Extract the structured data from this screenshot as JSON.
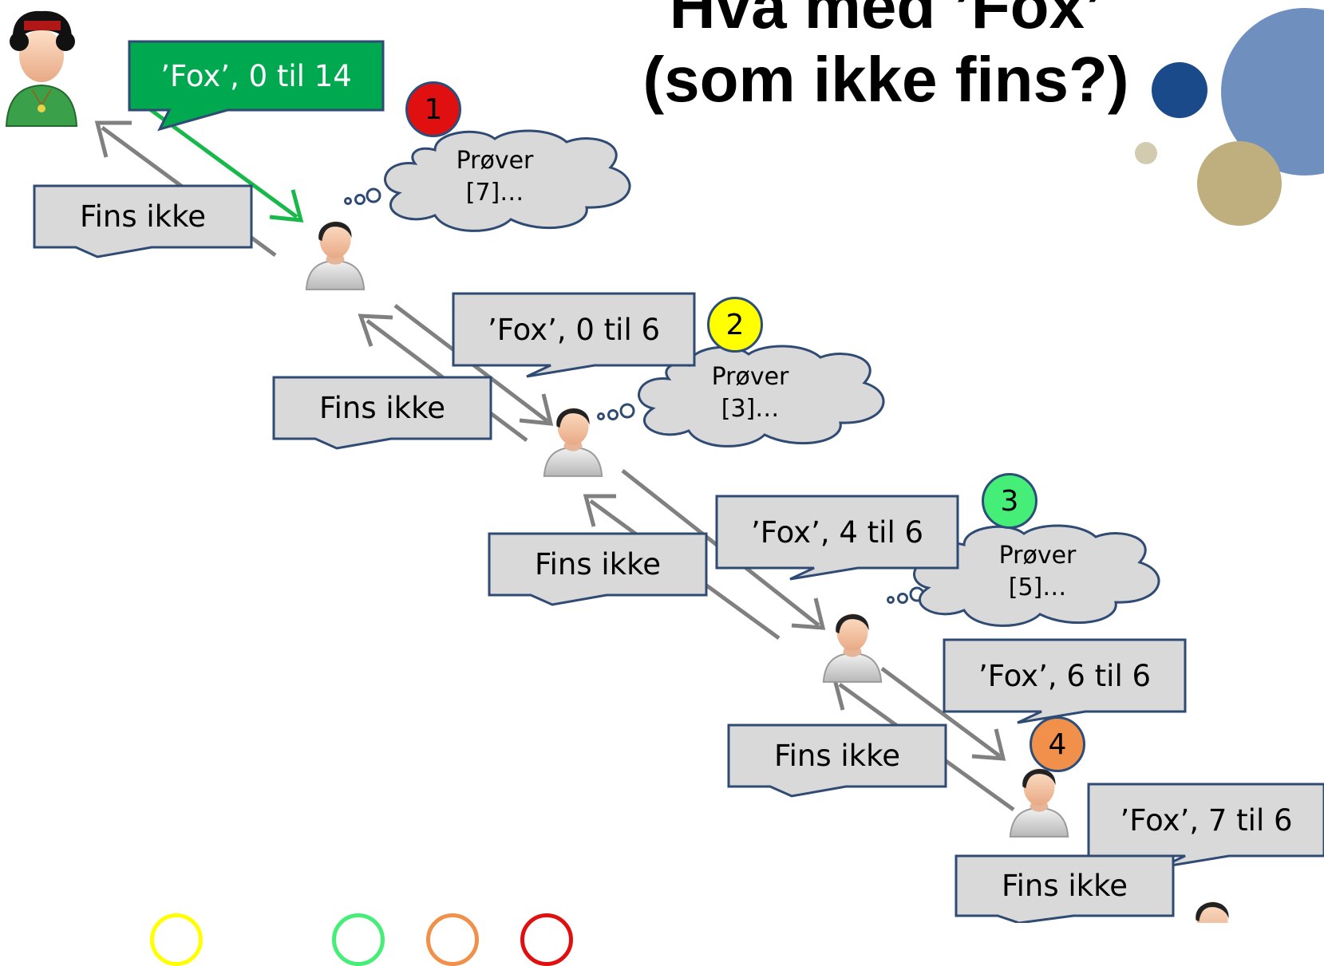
{
  "title": {
    "line1": "Hva med ’Fox’",
    "line2": "(som ikke fins?)"
  },
  "requests": [
    {
      "text": "’Fox’, 0 til 14",
      "style": "green"
    },
    {
      "text": "’Fox’, 0 til 6",
      "style": "gray"
    },
    {
      "text": "’Fox’, 4 til 6",
      "style": "gray"
    },
    {
      "text": "’Fox’, 6 til 6",
      "style": "gray"
    },
    {
      "text": "’Fox’, 7 til 6",
      "style": "gray"
    }
  ],
  "responses": [
    "Fins ikke",
    "Fins ikke",
    "Fins ikke",
    "Fins ikke",
    "Fins ikke"
  ],
  "steps": [
    {
      "number": "1",
      "color": "#e01010"
    },
    {
      "number": "2",
      "color": "#ffff00"
    },
    {
      "number": "3",
      "color": "#44ee77"
    },
    {
      "number": "4",
      "color": "#f0904a"
    }
  ],
  "thoughts": [
    {
      "line1": "Prøver",
      "line2": "[7]…"
    },
    {
      "line1": "Prøver",
      "line2": "[3]…"
    },
    {
      "line1": "Prøver",
      "line2": "[5]…"
    }
  ],
  "legend_ring_colors": [
    "#ffff00",
    "#44ee77",
    "#f0904a",
    "#e01010"
  ],
  "colors": {
    "request_green": "#00a84f",
    "callout_gray": "#d9d9d9",
    "callout_border": "#2f4a73",
    "arrow_gray": "#808080",
    "arrow_green": "#19b84a",
    "cloud_fill": "#d9d9d9",
    "deco_navy": "#1a4a8a",
    "deco_blue": "#6f8fbf",
    "deco_tan": "#bfae7e"
  }
}
